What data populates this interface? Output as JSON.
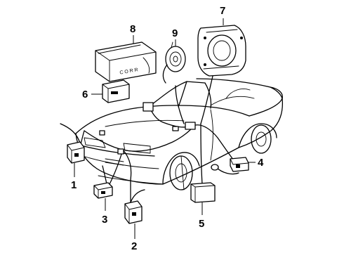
{
  "diagram": {
    "callouts": [
      {
        "id": "1",
        "label": "1"
      },
      {
        "id": "2",
        "label": "2"
      },
      {
        "id": "3",
        "label": "3"
      },
      {
        "id": "4",
        "label": "4"
      },
      {
        "id": "5",
        "label": "5"
      },
      {
        "id": "6",
        "label": "6"
      },
      {
        "id": "7",
        "label": "7"
      },
      {
        "id": "8",
        "label": "8"
      },
      {
        "id": "9",
        "label": "9"
      }
    ],
    "module_text": "C O R R"
  }
}
